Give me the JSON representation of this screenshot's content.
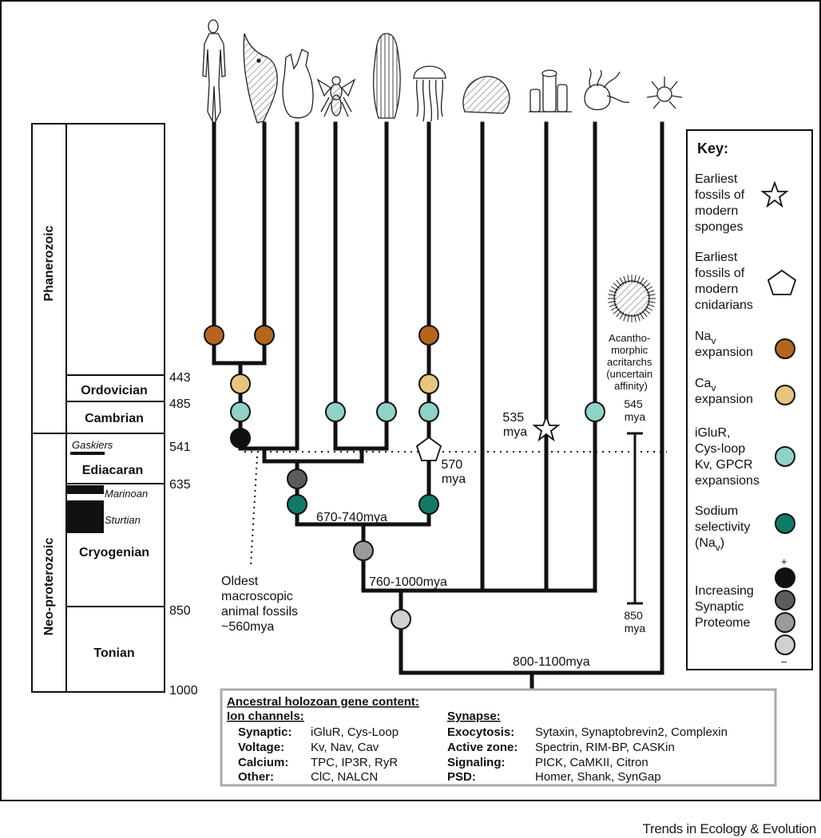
{
  "periods": {
    "eon_phanerozoic": "Phanerozoic",
    "eon_neoproterozoic": "Neo-proterozoic",
    "ordovician": "Ordovician",
    "cambrian": "Cambrian",
    "gaskiers": "Gaskiers",
    "ediacaran": "Ediacaran",
    "marinoan": "Marinoan",
    "sturtian": "Sturtian",
    "cryogenian": "Cryogenian",
    "tonian": "Tonian"
  },
  "ages": [
    "443",
    "485",
    "541",
    "635",
    "850",
    "1000"
  ],
  "tree": {
    "node_670": "670-740mya",
    "node_760": "760-1000mya",
    "node_800": "800-1100mya",
    "sponge_date": [
      "535",
      "mya"
    ],
    "cnidarian_date": [
      "570",
      "mya"
    ],
    "oldest_fossils": [
      "Oldest",
      "macroscopic",
      "animal fossils",
      "~560mya"
    ],
    "acritarch_label": [
      "Acantho-",
      "morphic",
      "acritarchs",
      "(uncertain",
      "affinity)"
    ],
    "acritarch_top": [
      "545",
      "mya"
    ],
    "acritarch_bottom": [
      "850",
      "mya"
    ]
  },
  "key": {
    "title": "Key:",
    "sponges": [
      "Earliest",
      "fossils of",
      "modern",
      "sponges"
    ],
    "cnidarians": [
      "Earliest",
      "fossils of",
      "modern",
      "cnidarians"
    ],
    "nav_main": "Na",
    "nav_sub": "v",
    "nav_rest": "expansion",
    "cav_main": "Ca",
    "cav_sub": "v",
    "cav_rest": "expansion",
    "iglur": [
      "iGluR,",
      "Cys-loop",
      "Kv, GPCR",
      "expansions"
    ],
    "sodium": [
      "Sodium",
      "selectivity"
    ],
    "sodium_nav_pre": "(Na",
    "sodium_nav_sub": "v",
    "sodium_nav_post": ")",
    "plus": "+",
    "minus": "–",
    "synaptic": [
      "Increasing",
      "Synaptic",
      "Proteome"
    ]
  },
  "colors": {
    "nav": "#b5651d",
    "cav": "#e8c47e",
    "iglur": "#8fd3c6",
    "sodium": "#0f7a68",
    "syn1": "#111111",
    "syn2": "#5c5c5c",
    "syn3": "#9a9a9a",
    "syn4": "#d0d0d0"
  },
  "gene_box": {
    "title": "Ancestral holozoan gene content:",
    "ion_title": "Ion channels:",
    "synapse_title": "Synapse:",
    "ion_rows": [
      {
        "label": "Synaptic:",
        "value": "iGluR, Cys-Loop"
      },
      {
        "label": "Voltage:",
        "value": "Kv, Nav, Cav"
      },
      {
        "label": "Calcium:",
        "value": "TPC, IP3R, RyR"
      },
      {
        "label": "Other:",
        "value": "ClC, NALCN"
      }
    ],
    "syn_rows": [
      {
        "label": "Exocytosis:",
        "value": "Sytaxin, Synaptobrevin2, Complexin"
      },
      {
        "label": "Active zone:",
        "value": "Spectrin, RIM-BP, CASKin"
      },
      {
        "label": "Signaling:",
        "value": "PICK, CaMKII, Citron"
      },
      {
        "label": "PSD:",
        "value": "Homer, Shank, SynGap"
      }
    ]
  },
  "journal": "Trends in Ecology & Evolution"
}
